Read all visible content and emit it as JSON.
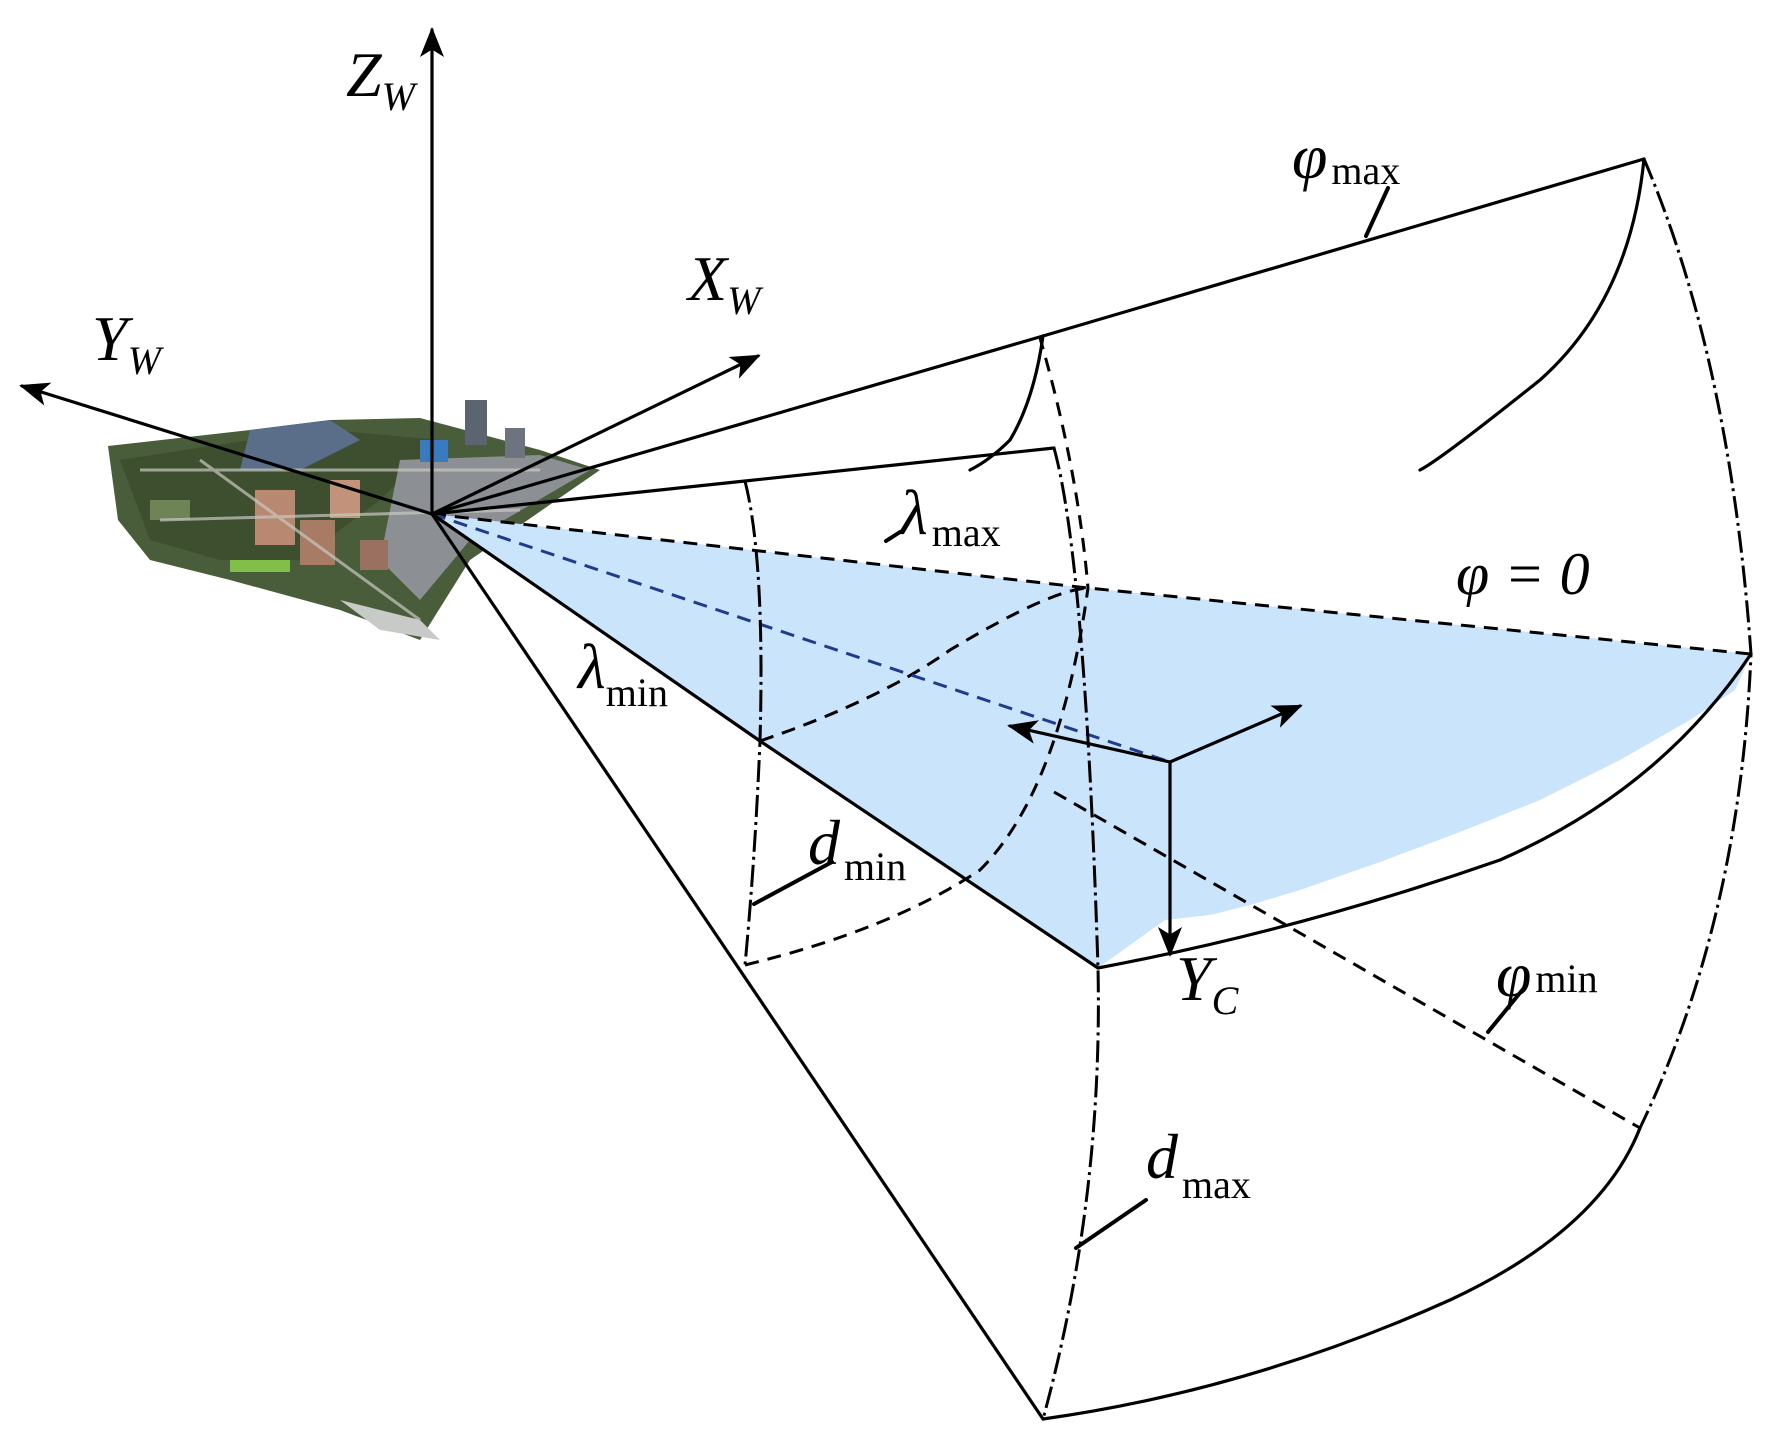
{
  "axes": {
    "world_z": {
      "base": "Z",
      "sub": "W"
    },
    "world_x": {
      "base": "X",
      "sub": "W"
    },
    "world_y": {
      "base": "Y",
      "sub": "W"
    },
    "camera_y": {
      "base": "Y",
      "sub": "C"
    }
  },
  "labels": {
    "phi_max": {
      "base": "φ",
      "sub": "max"
    },
    "phi_min": {
      "base": "φ",
      "sub": "min"
    },
    "phi_zero": "φ = 0",
    "lambda_max": {
      "base": "λ",
      "sub": "max"
    },
    "lambda_min": {
      "base": "λ",
      "sub": "min"
    },
    "d_min": {
      "base": "d",
      "sub": "min"
    },
    "d_max": {
      "base": "d",
      "sub": "max"
    }
  },
  "colors": {
    "plane_fill": "#c9e4fb",
    "line": "#000000",
    "optical_axis": "#1f3b8c"
  }
}
